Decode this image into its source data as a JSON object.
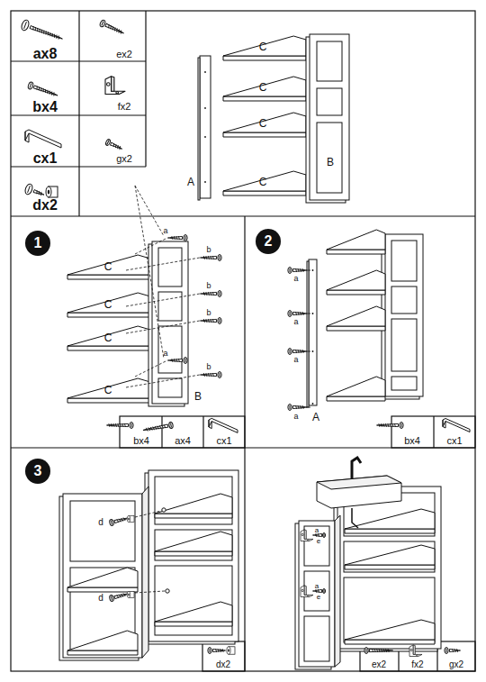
{
  "diagram": {
    "nodes": [
      {
        "text": [
          "1"
        ]
      },
      {
        "text": [
          "2"
        ]
      },
      {
        "text": [
          "3"
        ]
      }
    ],
    "labels": [
      "ax8",
      "ex2",
      "bx4",
      "fx2",
      "cx1",
      "gx2",
      "dx2",
      "C",
      "C",
      "C",
      "C",
      "A",
      "B",
      "a",
      "b",
      "b",
      "b",
      "a",
      "b",
      "C",
      "C",
      "C",
      "C",
      "B",
      "bx4",
      "ax4",
      "cx1",
      "a",
      "a",
      "a",
      "a",
      "A",
      "bx4",
      "cx1",
      "d",
      "d",
      "dx2",
      "a",
      "e",
      "a",
      "e",
      "ex2",
      "fx2",
      "gx2"
    ]
  }
}
